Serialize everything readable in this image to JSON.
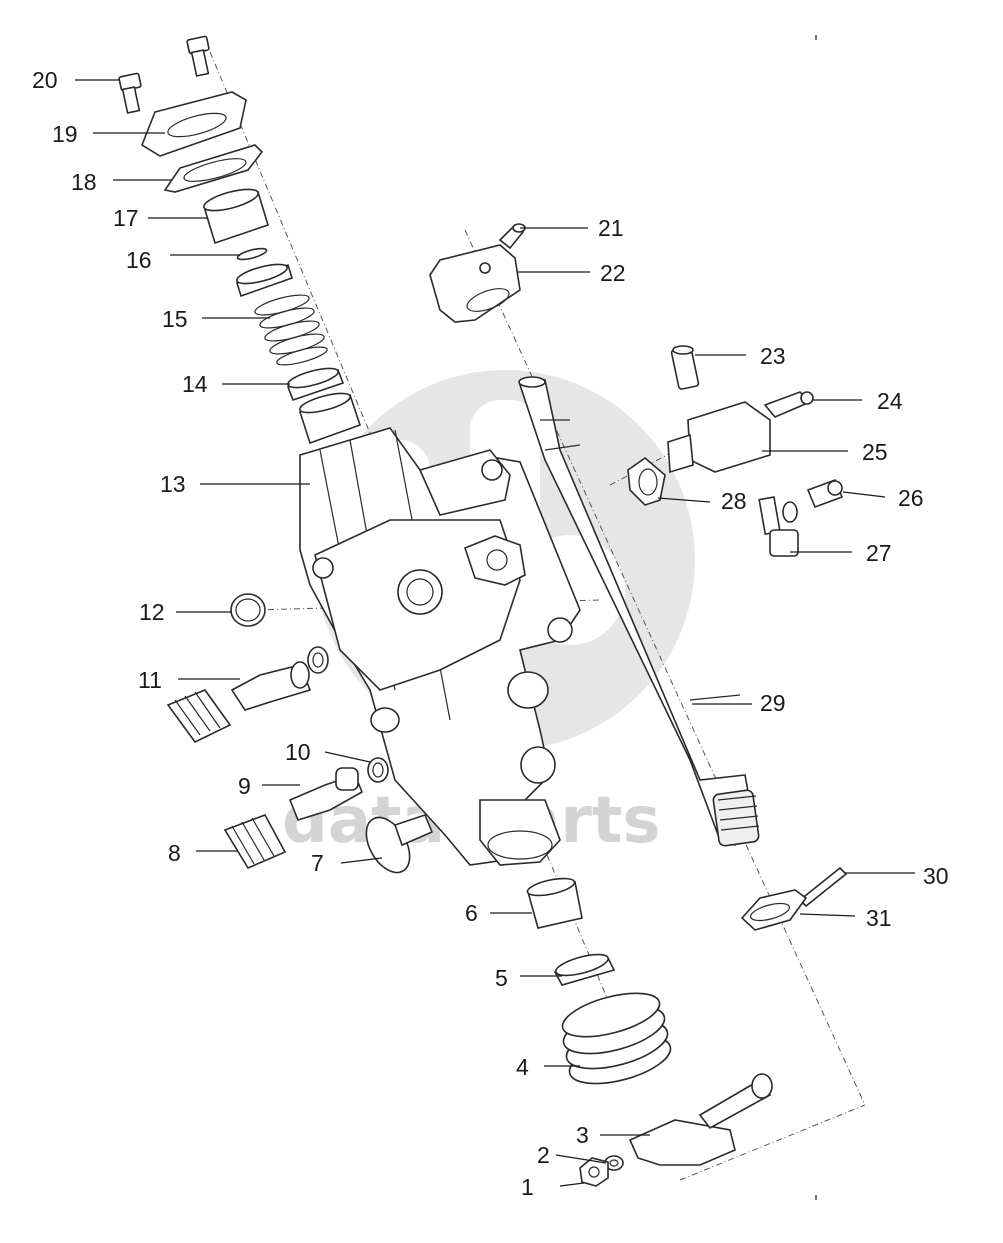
{
  "watermark": {
    "text": "data-parts",
    "color": "#d4d4d4"
  },
  "callouts": [
    "1",
    "2",
    "3",
    "4",
    "5",
    "6",
    "7",
    "8",
    "9",
    "10",
    "11",
    "12",
    "13",
    "14",
    "15",
    "16",
    "17",
    "18",
    "19",
    "20",
    "21",
    "22",
    "23",
    "24",
    "25",
    "26",
    "27",
    "28",
    "29",
    "30",
    "31"
  ],
  "colors": {
    "line": "#2a2a2a",
    "label": "#1a1a1a",
    "watermark": "#d4d4d4",
    "background": "#ffffff"
  }
}
